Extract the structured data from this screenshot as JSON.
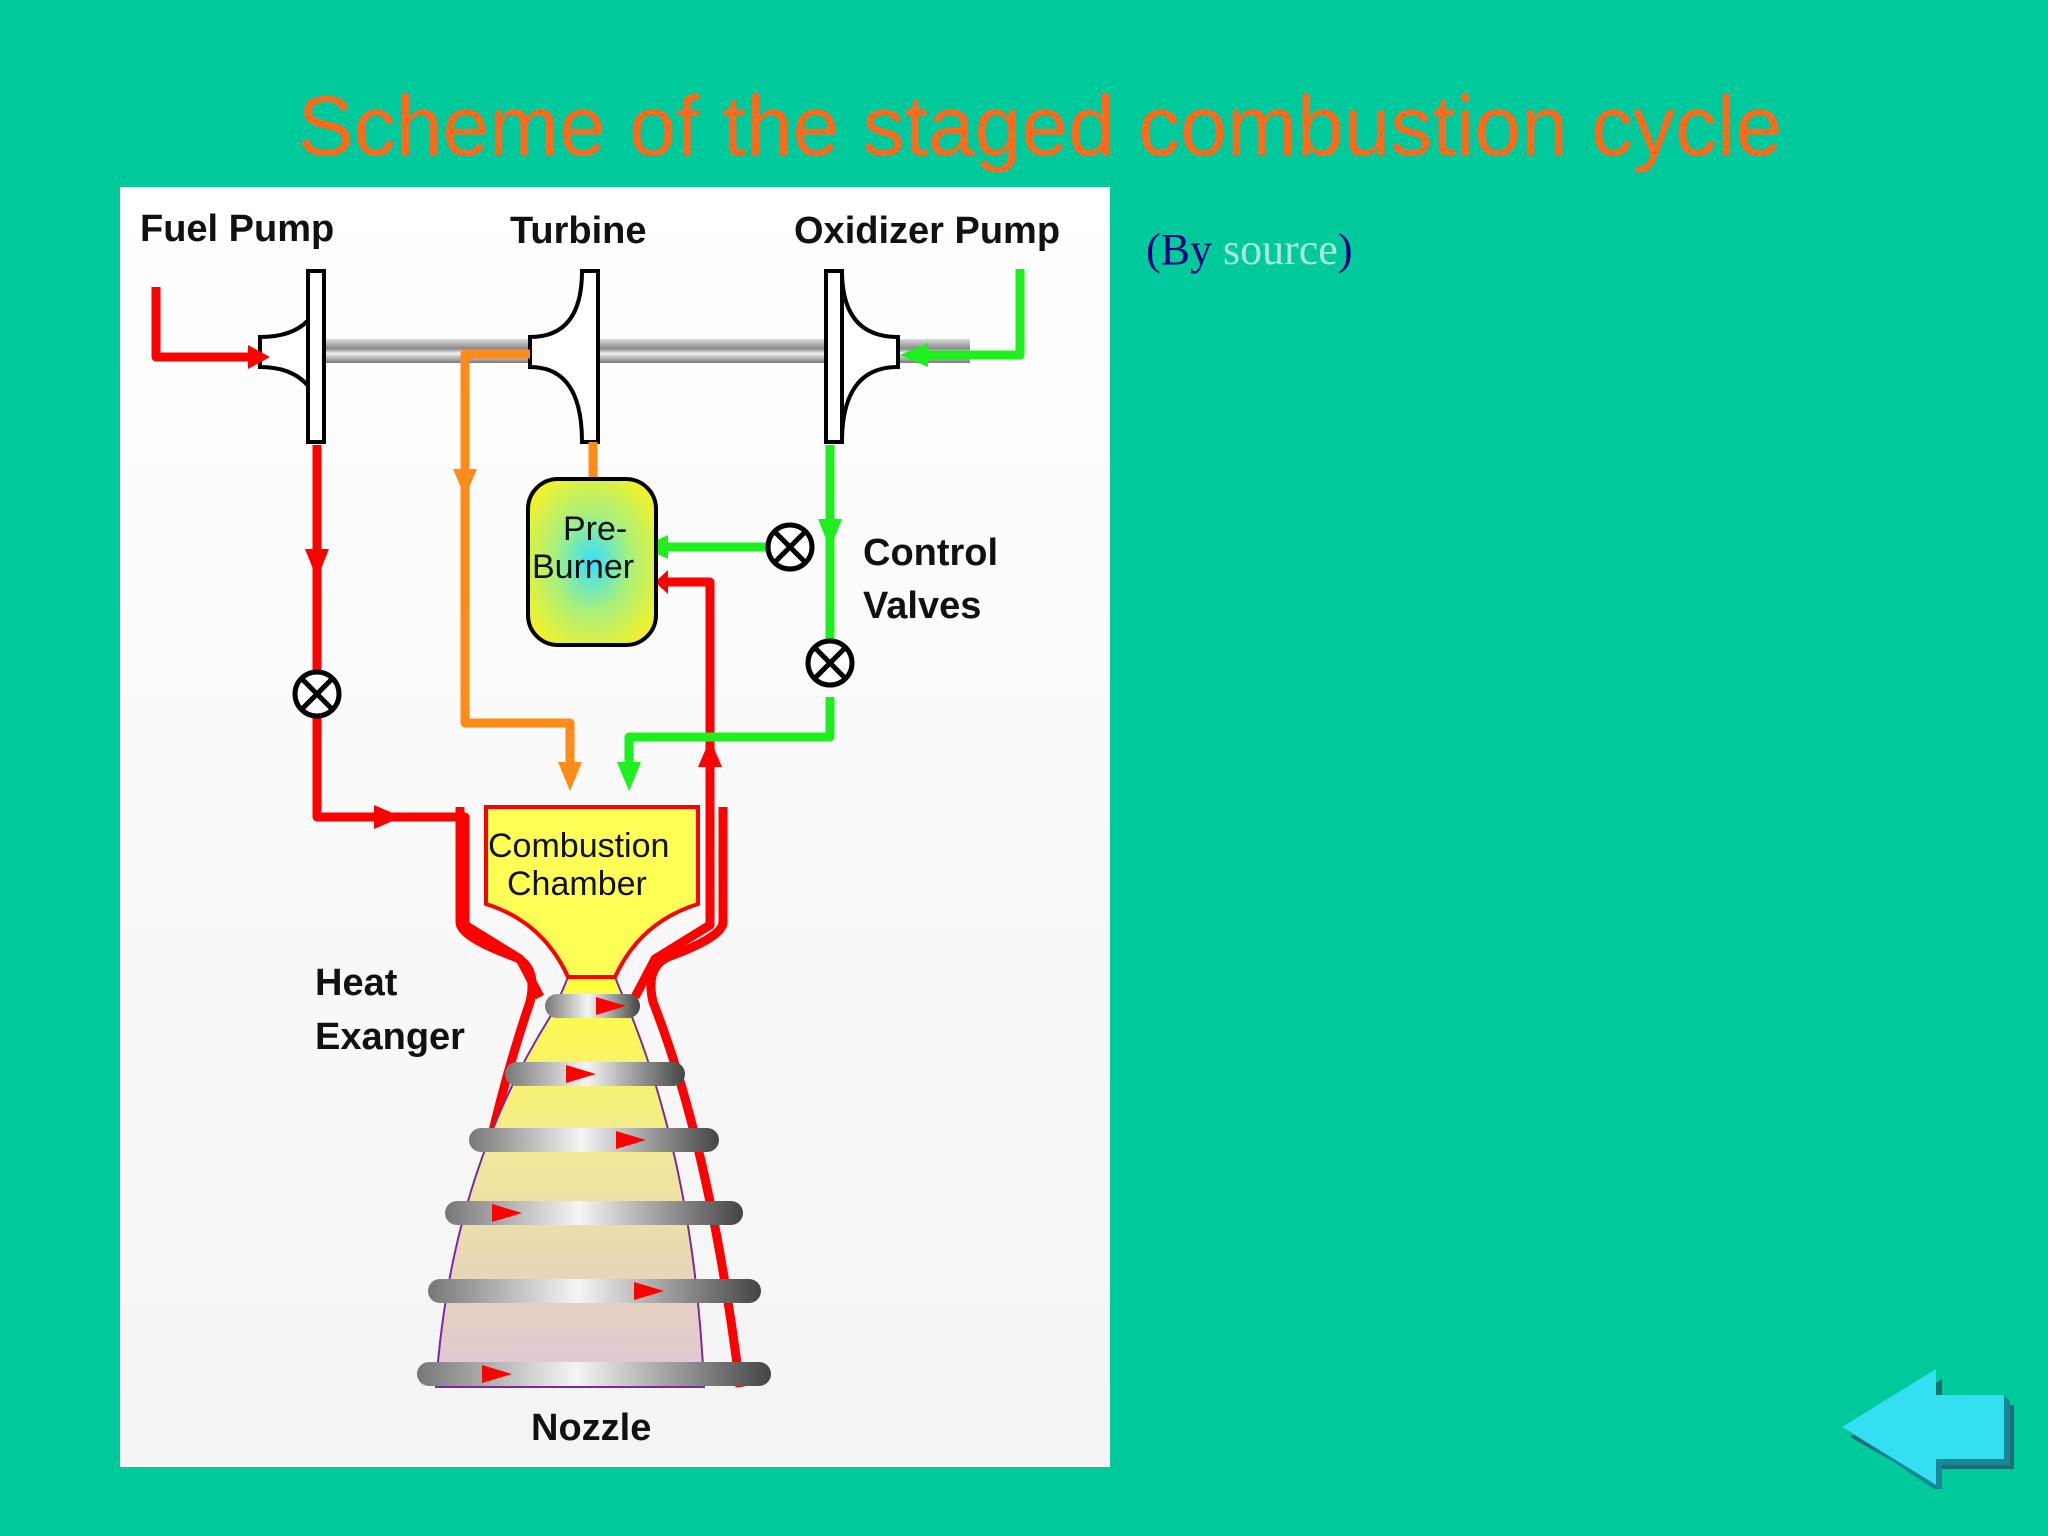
{
  "slide": {
    "title": "Scheme of the staged combustion cycle"
  },
  "credit": {
    "open": "(By ",
    "link_text": "source",
    "close": ")"
  },
  "diagram": {
    "labels": {
      "fuel_pump": "Fuel Pump",
      "turbine": "Turbine",
      "oxidizer_pump": "Oxidizer Pump",
      "preburner_line1": "Pre-",
      "preburner_line2": "Burner",
      "control_valves_line1": "Control",
      "control_valves_line2": "Valves",
      "combustion_line1": "Combustion",
      "combustion_line2": "Chamber",
      "heat_exchanger_line1": "Heat",
      "heat_exchanger_line2": "Exanger",
      "nozzle": "Nozzle"
    },
    "colors": {
      "fuel_line": "#ff0000",
      "oxidizer_line": "#1ef01e",
      "hot_gas_line": "#ff8c1a",
      "chamber_fill": "#ffff55"
    }
  },
  "navigation": {
    "back_icon": "back-arrow-icon"
  }
}
